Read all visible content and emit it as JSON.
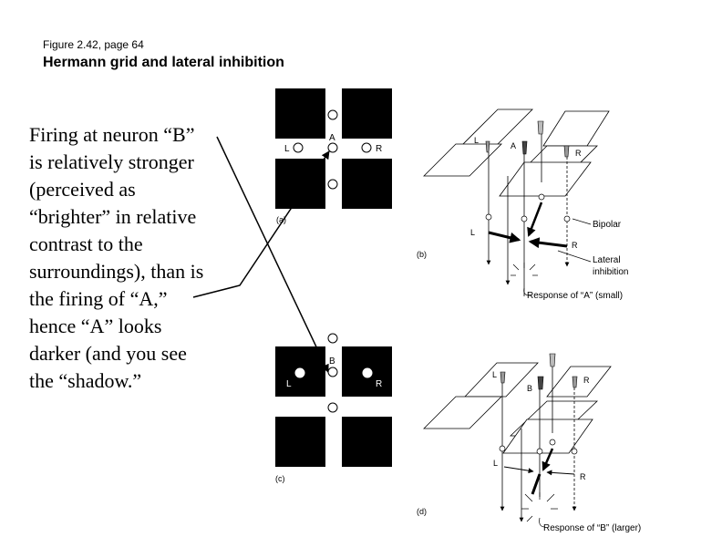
{
  "header": {
    "figure_ref": "Figure 2.42, page 64",
    "title": "Hermann grid and lateral inhibition"
  },
  "explanation": {
    "lines": [
      "Firing at neuron “B”",
      "is relatively stronger",
      "(perceived as",
      "“brighter” in relative",
      "contrast to the",
      "surroundings), than is",
      "the firing of “A,”",
      "hence “A” looks",
      "darker (and you see",
      "the “shadow.”"
    ]
  },
  "panel_a": {
    "label": "(a)",
    "neuron": "A",
    "left": "L",
    "right": "R"
  },
  "panel_b": {
    "label": "(b)",
    "left": "L",
    "right": "R",
    "center": "A",
    "bipolar": "Bipolar",
    "lateral_1": "Lateral",
    "lateral_2": "inhibition",
    "response": "Response of “A” (small)"
  },
  "panel_c": {
    "label": "(c)",
    "neuron": "B",
    "left": "L",
    "right": "R"
  },
  "panel_d": {
    "label": "(d)",
    "left": "L",
    "right": "R",
    "center": "B",
    "response": "Response of “B” (larger)"
  }
}
